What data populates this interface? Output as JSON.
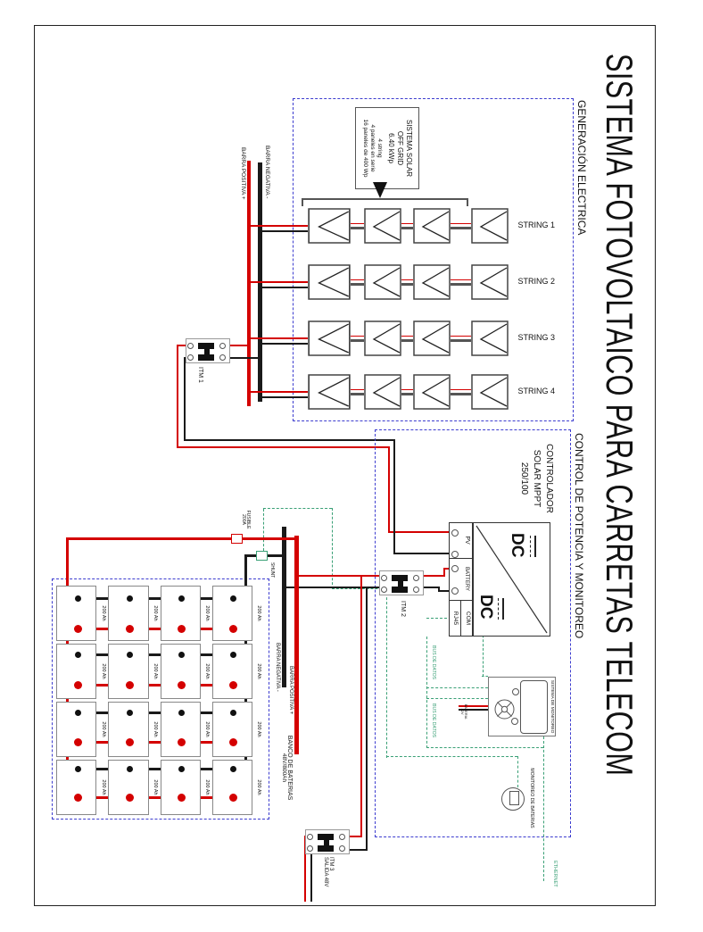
{
  "title": "SISTEMA FOTOVOLTAICO PARA CARRETAS TELECOM",
  "colors": {
    "wire_red": "#d40000",
    "wire_black": "#1a1a1a",
    "section_box_blue": "#3c3ccf",
    "data_bus_green": "#3aa076"
  },
  "generation": {
    "section_label": "GENERACIÓN ELECTRICA",
    "info_box": {
      "l1": "SISTEMA SOLAR",
      "l2": "OFF GRID",
      "l3": "6.40 kWp",
      "l4": "4 string",
      "l5": "4 paneles en serie",
      "l6": "16 paneles de 400 Wp"
    },
    "strings": [
      {
        "label": "STRING 1"
      },
      {
        "label": "STRING 2"
      },
      {
        "label": "STRING 3"
      },
      {
        "label": "STRING 4"
      }
    ],
    "bus_positive_label": "BARRA POSITIVA +",
    "bus_negative_label": "BARRA NEGATIVA -",
    "breaker_label": "ITM 1"
  },
  "control": {
    "section_label": "CONTROL DE POTENCIA Y MONITOREO",
    "controller": {
      "name_l1": "CONTROLADOR",
      "name_l2": "SOLAR MPPT",
      "name_l3": "250/100",
      "dc_label": "DC",
      "terminal_pv": "PV",
      "terminal_battery": "BATTERY",
      "terminal_com": "COM",
      "terminal_rj45": "RJ45"
    },
    "breaker_label": "ITM 2",
    "monitor_label": "SISTEMA DE MONITOREO",
    "battery_monitor_label": "MONITOREO DE BATERIAS",
    "monitor_power_l1": "BATERIA",
    "monitor_power_l2": "12V",
    "data_bus_label": "BUS DE DATOS",
    "ethernet_label": "ETHERNET"
  },
  "battery_bank": {
    "bank_label_l1": "BANCO DE BATERIAS",
    "bank_label_l2": "48V/800Ah",
    "unit_label": "200 Ah",
    "bus_negative_label": "BARRA NEGATIVA -",
    "bus_positive_label": "BARRA POSITIVA +",
    "fuse_l1": "FUSIBLE",
    "fuse_l2": "200A",
    "shunt_label": "SHUNT",
    "output_breaker_l1": "ITM 3",
    "output_breaker_l2": "SALIDA 48V"
  }
}
